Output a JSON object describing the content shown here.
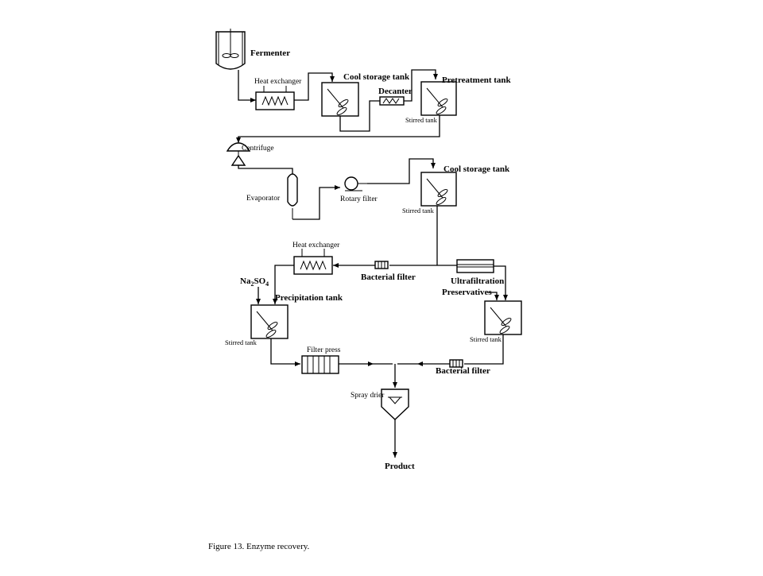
{
  "labels": {
    "fermenter": "Fermenter",
    "heat_exchanger_1": "Heat exchanger",
    "cool_storage_1": "Cool storage tank",
    "decanter": "Decanter",
    "pretreatment": "Pretreatment tank",
    "stirred_1": "Stirred tank",
    "centrifuge": "Centrifuge",
    "evaporator": "Evaporator",
    "rotary_filter": "Rotary filter",
    "cool_storage_2": "Cool storage tank",
    "stirred_2": "Stirred tank",
    "heat_exchanger_2": "Heat exchanger",
    "bacterial_filter_1": "Bacterial filter",
    "ultrafiltration": "Ultrafiltration",
    "preservatives": "Preservatives",
    "na2so4_main": "Na",
    "na2so4_sub1": "2",
    "na2so4_so": "SO",
    "na2so4_sub2": "4",
    "precipitation": "Precipitation tank",
    "stirred_3": "Stirred tank",
    "stirred_4": "Stirred tank",
    "filter_press": "Filter press",
    "bacterial_filter_2": "Bacterial filter",
    "spray_drier": "Spray drier",
    "product": "Product"
  },
  "caption": "Figure 13.  Enzyme recovery."
}
